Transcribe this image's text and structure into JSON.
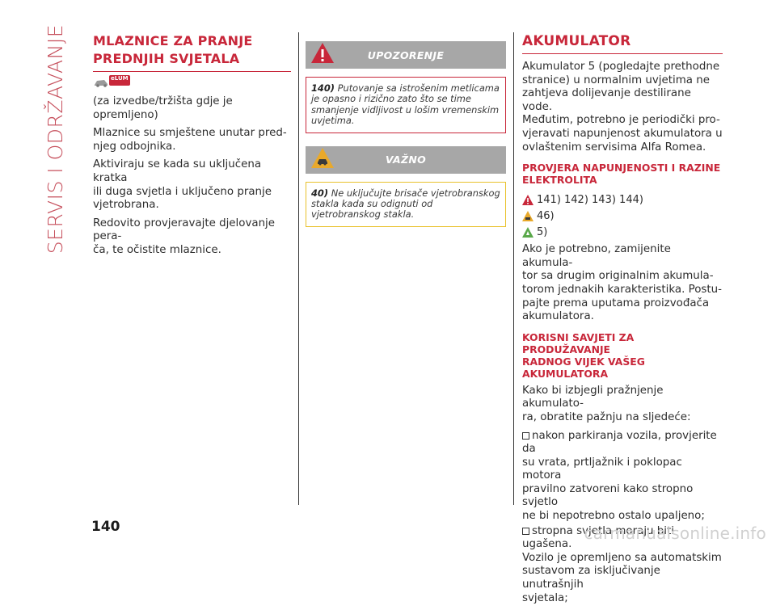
{
  "sidebar_title": "SERVIS I ODRŽAVANJE",
  "left": {
    "heading_line1": "MLAZNICE ZA PRANJE",
    "heading_line2": "PREDNJIH SVJETALA",
    "icon_badge_text": "eLUM",
    "paragraphs": [
      "(za izvedbe/tržišta gdje je opremljeno)",
      "Mlaznice su smještene unutar pred-\nnjeg odbojnika.",
      "Aktiviraju se kada su uključena kratka\nili duga svjetla i uključeno pranje\nvjetrobrana.",
      "Redovito provjeravajte djelovanje pera-\nča, te očistite mlaznice."
    ]
  },
  "middle": {
    "warning_title": "UPOZORENJE",
    "warning_ref": "140)",
    "warning_text": "Putovanje sa istrošenim metlicama je opasno i rizično zato što se time smanjenje vidljivost u lošim vremenskim uvjetima.",
    "important_title": "VAŽNO",
    "important_ref": "40)",
    "important_text": "Ne uključujte brisače vjetrobranskog stakla kada su odignuti od vjetrobranskog stakla."
  },
  "right": {
    "heading": "AKUMULATOR",
    "intro": "Akumulator 5 (pogledajte prethodne\nstranice) u normalnim uvjetima ne\nzahtjeva dolijevanje destilirane vode.\nMeđutim, potrebno je periodički pro-\nvjeravati napunjenost akumulatora u\novlaštenim servisima Alfa Romea.",
    "sub1": "PROVJERA NAPUNJENOSTI I RAZINE\nELEKTROLITA",
    "ref_warning": "141) 142) 143) 144)",
    "ref_important": "46)",
    "ref_environment": "5)",
    "para2": "Ako je potrebno, zamijenite akumula-\ntor sa drugim originalnim akumula-\ntorom jednakih karakteristika. Postu-\npajte prema uputama proizvođača\nakumulatora.",
    "sub2": "KORISNI SAVJETI ZA PRODUŽAVANJE\nRADNOG VIJEK VAŠEG\nAKUMULATORA",
    "para3": "Kako bi izbjegli pražnjenje akumulato-\nra, obratite pažnju na sljedeće:",
    "bullet1": "nakon parkiranja vozila, provjerite da\nsu vrata, prtljažnik i poklopac motora\npravilno zatvoreni kako stropno svjetlo\nne bi nepotrebno ostalo upaljeno;",
    "bullet2": "stropna svjetla moraju biti ugašena.\nVozilo je opremljeno sa automatskim\nsustavom za isključivanje unutrašnjih\nsvjetala;"
  },
  "page_number": "140",
  "watermark": "carmanualsonline.info",
  "colors": {
    "accent_red": "#c8273a",
    "sidebar_pink": "#c64f5c",
    "box_grey": "#a7a7a7",
    "important_yellow": "#e9c12b",
    "environment_green": "#5aa84a"
  }
}
